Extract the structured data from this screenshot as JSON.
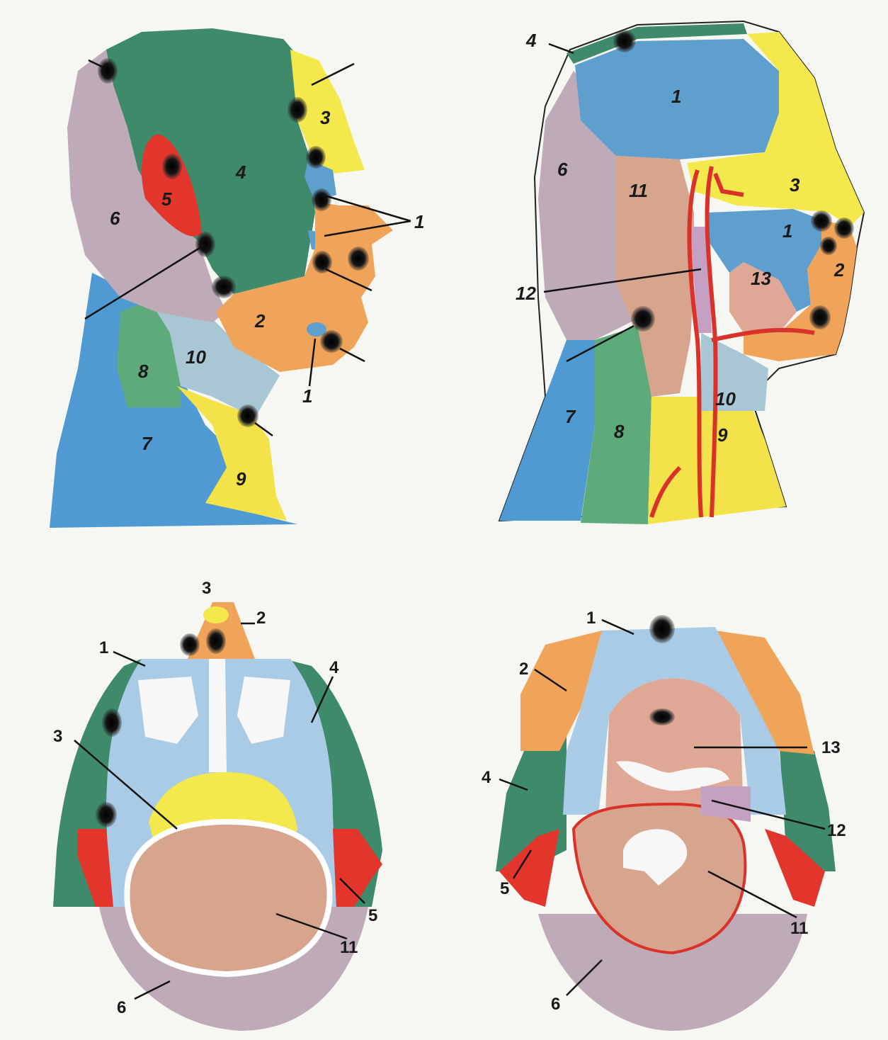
{
  "colors": {
    "c1": "#5f9fce",
    "c2": "#f0a45a",
    "c3": "#f3e84c",
    "c4": "#3f8a6b",
    "c5": "#e2352b",
    "c6": "#bfaab8",
    "c7": "#4f9ad2",
    "c8": "#5eaa7a",
    "c9": "#f3e24a",
    "c10": "#a9c6d4",
    "c11": "#d7a58d",
    "c12": "#c6a0c2",
    "c13": "#dfa896",
    "node": "#1c1c1c",
    "vessel": "#d8322a",
    "line": "#111111",
    "sinus": "#a9cbe6"
  },
  "panel_a": {
    "labels": {
      "l1a": "1",
      "l1b": "1",
      "l2": "2",
      "l3": "3",
      "l4": "4",
      "l5": "5",
      "l6": "6",
      "l7": "7",
      "l8": "8",
      "l9": "9",
      "l10": "10"
    },
    "icons": [
      "lymph-node-icon"
    ]
  },
  "panel_b": {
    "labels": {
      "l1": "1",
      "l1b": "1",
      "l2": "2",
      "l3": "3",
      "l4": "4",
      "l6": "6",
      "l7": "7",
      "l8": "8",
      "l9": "9",
      "l10": "10",
      "l11": "11",
      "l12": "12",
      "l13": "13"
    }
  },
  "panel_c": {
    "labels": {
      "l1": "1",
      "l2": "2",
      "l3a": "3",
      "l3b": "3",
      "l4": "4",
      "l5": "5",
      "l6": "6",
      "l11": "11"
    }
  },
  "panel_d": {
    "labels": {
      "l1": "1",
      "l2": "2",
      "l4": "4",
      "l5": "5",
      "l6": "6",
      "l11": "11",
      "l12": "12",
      "l13": "13"
    }
  }
}
